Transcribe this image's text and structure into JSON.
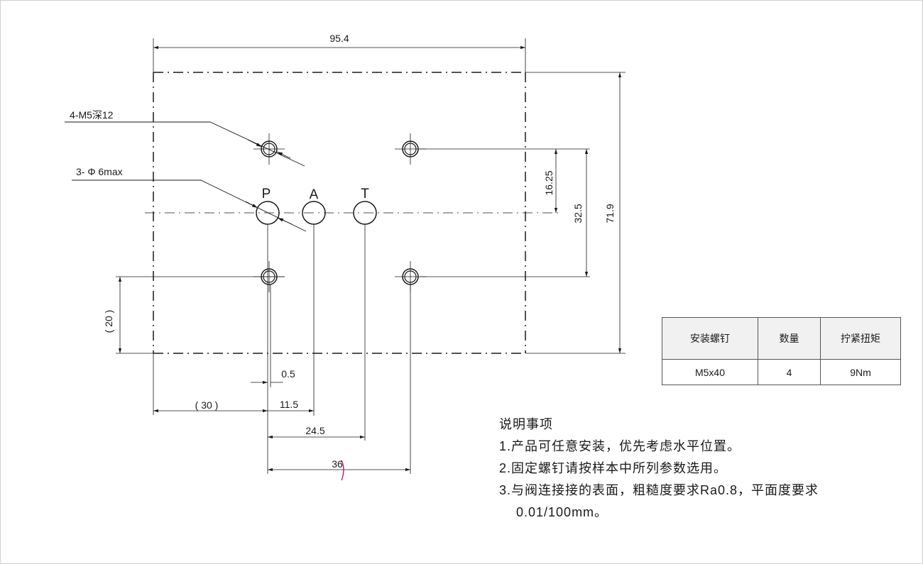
{
  "dimensions": {
    "overall_width": "95.4",
    "overall_height": "71.9",
    "half_spacing": "16.25",
    "hole_spacing": "32.5",
    "bottom_offset": "( 20 )",
    "offset_small": "0.5",
    "left_offset": "( 30 )",
    "port_a": "11.5",
    "port_t": "24.5",
    "hole_span": "36"
  },
  "callouts": {
    "thread": "4-M5深12",
    "port_dia": "3- Φ 6max"
  },
  "ports": {
    "p": "P",
    "a": "A",
    "t": "T"
  },
  "bolt_table": {
    "headers": [
      "安装螺钉",
      "数量",
      "拧紧扭矩"
    ],
    "row": [
      "M5x40",
      "4",
      "9Nm"
    ]
  },
  "notes": {
    "title": "说明事项",
    "items": [
      "1.产品可任意安装，优先考虑水平位置。",
      "2.固定螺钉请按样本中所列参数选用。",
      "3.与阀连接接的表面，粗糙度要求Ra0.8，平面度要求"
    ],
    "continuation": "0.01/100mm。"
  },
  "colors": {
    "line": "#1a1a1a",
    "annotation_mark": "#c0187c"
  }
}
